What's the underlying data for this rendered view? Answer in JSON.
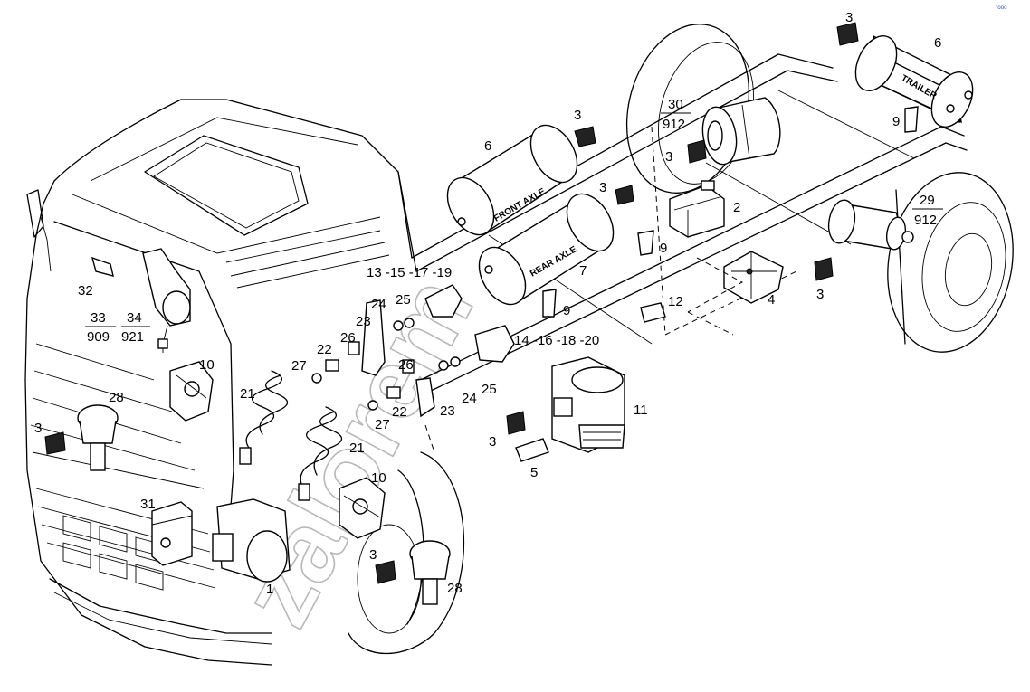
{
  "watermark": "zalorem",
  "corner_mark": "°ooo",
  "tank_labels": [
    "FRONT AXLE",
    "REAR AXLE",
    "TRAILER"
  ],
  "labels": {
    "l1": "1",
    "l2": "2",
    "l3a": "3",
    "l3b": "3",
    "l3c": "3",
    "l3d": "3",
    "l3e": "3",
    "l3f": "3",
    "l3g": "3",
    "l3h": "3",
    "l4": "4",
    "l5": "5",
    "l6a": "6",
    "l6b": "6",
    "l7": "7",
    "l9a": "9",
    "l9b": "9",
    "l9c": "9",
    "l10a": "10",
    "l10b": "10",
    "l11": "11",
    "l12": "12",
    "l13": "13 -15 -17 -19",
    "l14": "14 -16 -18 -20",
    "l21a": "21",
    "l21b": "21",
    "l22a": "22",
    "l22b": "22",
    "l23a": "23",
    "l23b": "23",
    "l24a": "24",
    "l24b": "24",
    "l25a": "25",
    "l25b": "25",
    "l26a": "26",
    "l26b": "26",
    "l27a": "27",
    "l27b": "27",
    "l28a": "28",
    "l28b": "28",
    "l31": "31",
    "l32": "32"
  },
  "fractions": {
    "f29": {
      "num": "29",
      "den": "912"
    },
    "f30": {
      "num": "30",
      "den": "912"
    },
    "f33": {
      "num": "33",
      "den": "909"
    },
    "f34": {
      "num": "34",
      "den": "921"
    }
  }
}
